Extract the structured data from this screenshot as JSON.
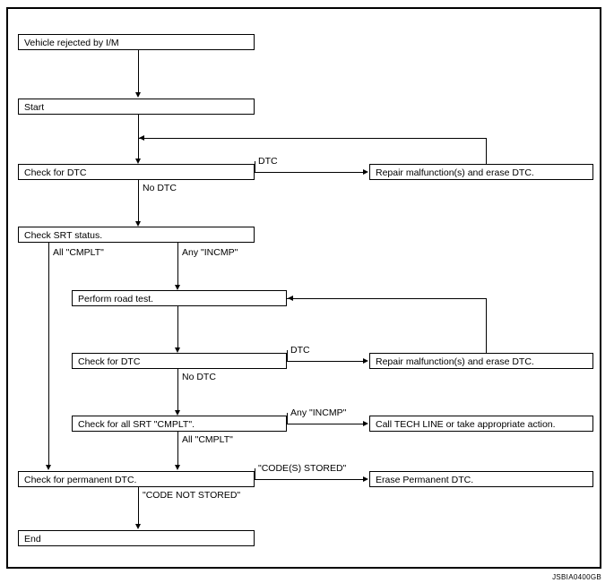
{
  "figure": {
    "reference_code": "JSBIA0400GB",
    "type": "flowchart",
    "description": "I/M readiness / DTC diagnostic work flow"
  },
  "nodes": {
    "vehicle_rejected": "Vehicle rejected by I/M",
    "start": "Start",
    "check_dtc_1": "Check for DTC",
    "repair_1": "Repair malfunction(s) and erase DTC.",
    "check_srt_status": "Check SRT status.",
    "perform_road_test": "Perform road test.",
    "check_dtc_2": "Check for DTC",
    "repair_2": "Repair malfunction(s) and erase DTC.",
    "check_all_srt_cmplt": "Check for all SRT \"CMPLT\".",
    "call_tech_line": "Call TECH LINE or take appropriate action.",
    "check_permanent_dtc": "Check for permanent DTC.",
    "erase_permanent_dtc": "Erase Permanent DTC.",
    "end": "End"
  },
  "edge_labels": {
    "dtc_1": "DTC",
    "no_dtc_1": "No DTC",
    "all_cmplt_1": "All \"CMPLT\"",
    "any_incmp_1": "Any \"INCMP\"",
    "dtc_2": "DTC",
    "no_dtc_2": "No DTC",
    "any_incmp_2": "Any \"INCMP\"",
    "all_cmplt_2": "All \"CMPLT\"",
    "codes_stored": "\"CODE(S) STORED\"",
    "code_not_stored": "\"CODE NOT STORED\""
  },
  "colors": {
    "line": "#000000",
    "box_fill": "#ffffff",
    "text": "#000000",
    "frame": "#000000"
  }
}
